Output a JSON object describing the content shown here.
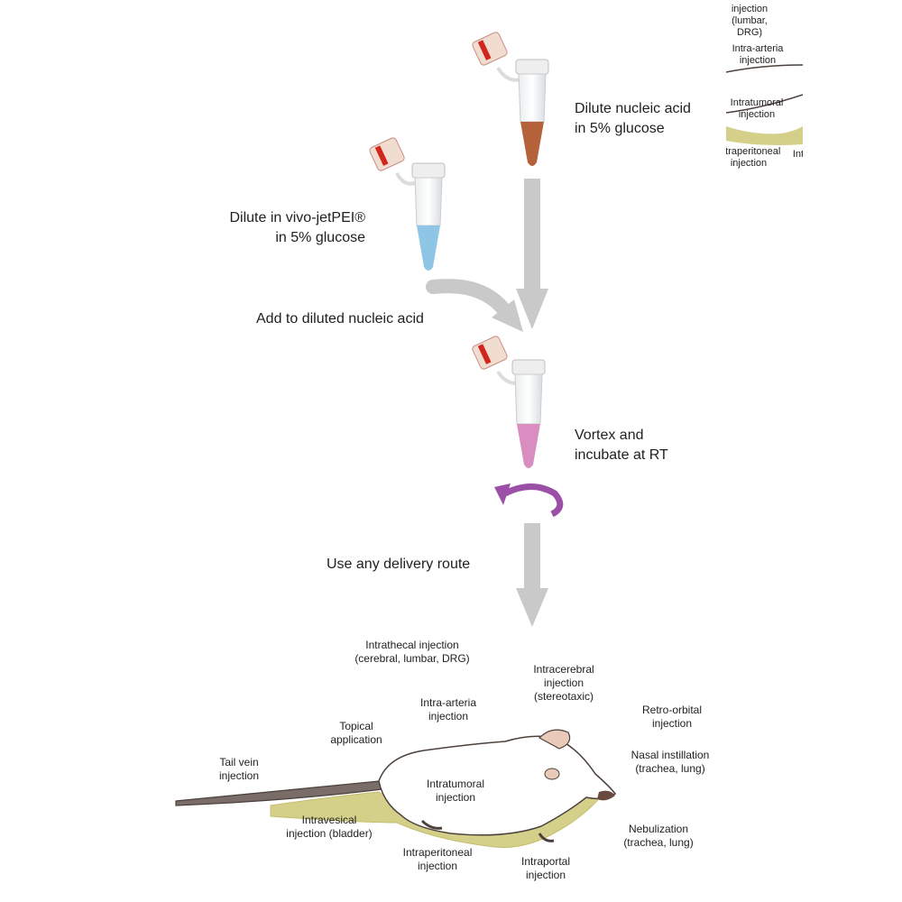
{
  "steps": {
    "nucleic": {
      "line1": "Dilute nucleic acid",
      "line2": "in 5% glucose"
    },
    "jetpei": {
      "line1": "Dilute in vivo-jetPEI®",
      "line2": "in 5% glucose"
    },
    "add": "Add to diluted nucleic acid",
    "vortex": {
      "line1": "Vortex and",
      "line2": "incubate at RT"
    },
    "route": "Use any delivery route"
  },
  "routes": {
    "intrathecal": {
      "line1": "Intrathecal injection",
      "line2": "(cerebral, lumbar, DRG)"
    },
    "intracerebral": {
      "line1": "Intracerebral",
      "line2": "injection",
      "line3": "(stereotaxic)"
    },
    "intraarterial": {
      "line1": "Intra-arteria",
      "line2": "injection"
    },
    "retroorbital": {
      "line1": "Retro-orbital",
      "line2": "injection"
    },
    "topical": {
      "line1": "Topical",
      "line2": "application"
    },
    "nasal": {
      "line1": "Nasal instillation",
      "line2": "(trachea, lung)"
    },
    "tailvein": {
      "line1": "Tail vein",
      "line2": "injection"
    },
    "intratumoral": {
      "line1": "Intratumoral",
      "line2": "injection"
    },
    "intravesical": {
      "line1": "Intravesical",
      "line2": "injection (bladder)"
    },
    "nebulization": {
      "line1": "Nebulization",
      "line2": "(trachea, lung)"
    },
    "intraperitoneal": {
      "line1": "Intraperitoneal",
      "line2": "injection"
    },
    "intraportal": {
      "line1": "Intraportal",
      "line2": "injection"
    }
  },
  "crop": {
    "a1": "injection",
    "a2": "(lumbar, DRG)",
    "b1": "Intra-arteria",
    "b2": "injection",
    "c1": "Intratumoral",
    "c2": "injection",
    "d1": "Intraperitoneal",
    "d2": "injection",
    "e1": "Int"
  },
  "colors": {
    "tube_brown": "#b5623a",
    "tube_blue": "#8fc6e6",
    "tube_pink": "#d98dc0",
    "arrow_gray": "#c9c9c9",
    "vortex_purple": "#9b4fa6",
    "mouse_yellow": "#d4d08a"
  }
}
